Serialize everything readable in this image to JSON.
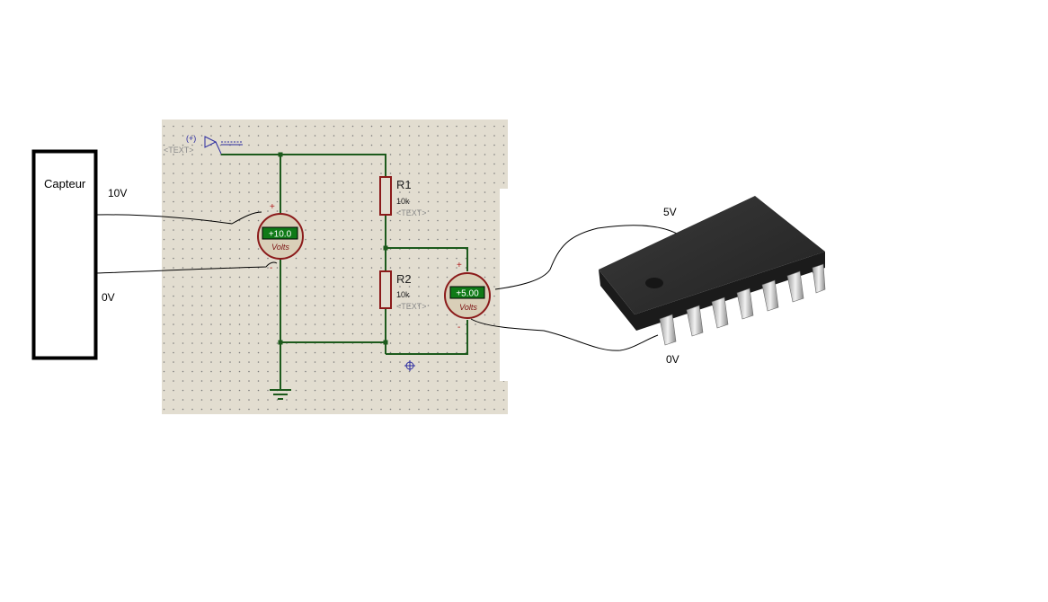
{
  "sensor": {
    "label": "Capteur"
  },
  "wires": {
    "sensor_high": "10V",
    "sensor_low": "0V",
    "chip_high": "5V",
    "chip_low": "0V"
  },
  "schematic": {
    "terminal_polarity": "(+)",
    "terminal_text": "<TEXT>",
    "r1": {
      "name": "R1",
      "value": "10k",
      "text": "<TEXT>"
    },
    "r2": {
      "name": "R2",
      "value": "10k",
      "text": "<TEXT>"
    },
    "meter_in": {
      "value": "+10.0",
      "unit": "Volts",
      "plus": "+",
      "minus": "-"
    },
    "meter_out": {
      "value": "+5.00",
      "unit": "Volts",
      "plus": "+",
      "minus": "-"
    }
  },
  "colors": {
    "schematic_bg": "#e2ddd0",
    "grid_dot": "#7a7a7a",
    "wire": "#1c5a1c",
    "component": "#8b1a1a",
    "meter_face": "#d9cfb8",
    "display": "#0f7a17",
    "chip_body": "#2b2b2b"
  }
}
